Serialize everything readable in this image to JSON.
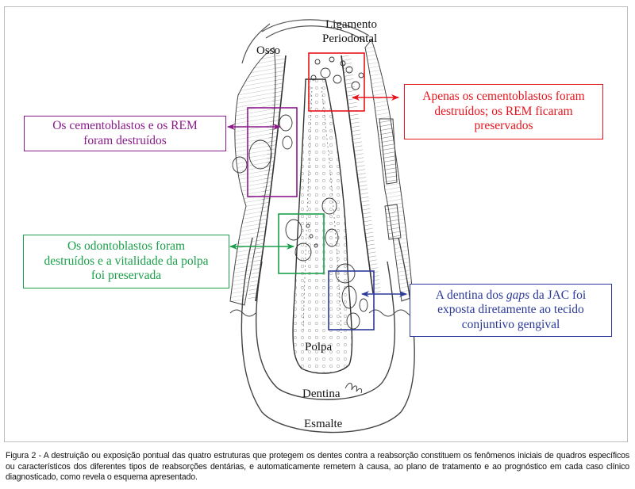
{
  "figure": {
    "anatomy_labels": {
      "ligament": [
        "Ligamento",
        "Periodontal"
      ],
      "bone": "Osso",
      "pulp": "Polpa",
      "dentin": "Dentina",
      "enamel": "Esmalte"
    },
    "callouts": [
      {
        "id": "cementoblasts-only",
        "color": "#e8141c",
        "lines": [
          "Apenas os cementoblastos foram",
          "destruídos; os REM ficaram",
          "preservados"
        ]
      },
      {
        "id": "cementoblasts-and-rem",
        "color": "#8a1a8a",
        "lines": [
          "Os cementoblastos e os REM",
          "foram destruídos"
        ]
      },
      {
        "id": "odontoblasts",
        "color": "#1aa04a",
        "lines": [
          "Os odontoblastos foram",
          "destruídos e a vitalidade da polpa",
          "foi preservada"
        ]
      },
      {
        "id": "dentin-gaps",
        "color": "#2b3a9a",
        "lines_rich": [
          [
            {
              "t": "A dentina dos "
            },
            {
              "t": "gaps",
              "i": true
            },
            {
              "t": " da JAC foi"
            }
          ],
          [
            {
              "t": "exposta diretamente ao tecido"
            }
          ],
          [
            {
              "t": "conjuntivo gengival"
            }
          ]
        ]
      }
    ],
    "icons": {
      "arrows": "double-headed-arrow"
    }
  },
  "caption": {
    "text": "Figura 2 - A destruição ou exposição pontual das quatro estruturas que protegem os dentes contra a reabsorção constituem os fenômenos iniciais de quadros específicos ou característicos dos diferentes tipos de reabsorções dentárias, e automaticamente remetem à causa, ao plano de tratamento e ao prognóstico em cada caso clínico diagnosticado, como revela o esquema apresentado."
  }
}
